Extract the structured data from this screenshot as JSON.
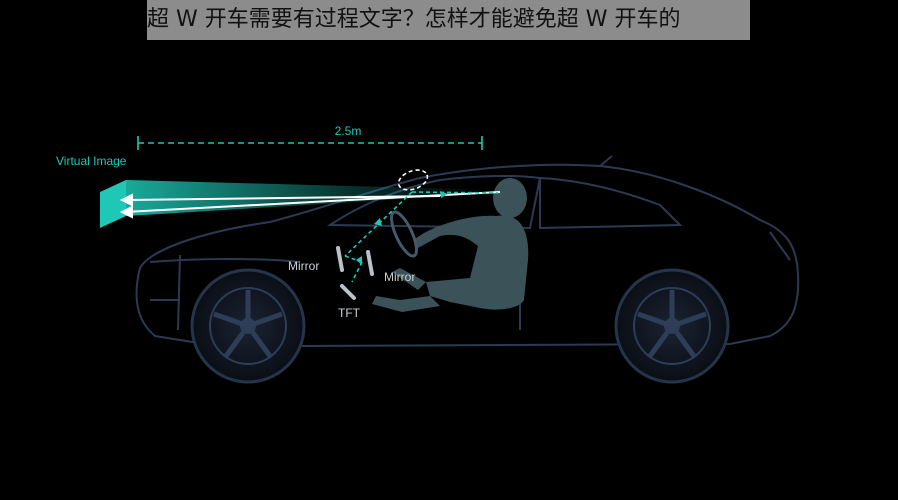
{
  "banner": {
    "text": "超 W 开车需要有过程文字？怎样才能避免超 W 开车的"
  },
  "diagram": {
    "distance_label": "2.5m",
    "virtual_image_label": "Virtual Image",
    "mirror_left_label": "Mirror",
    "mirror_right_label": "Mirror",
    "tft_label": "TFT"
  },
  "colors": {
    "background": "#000000",
    "banner_bg": "#8c8c8c",
    "accent_teal": "#1fc7b6",
    "car_outline": "#2b3a52",
    "driver_fill": "#3a5258",
    "label_text": "#c8d0d6"
  }
}
